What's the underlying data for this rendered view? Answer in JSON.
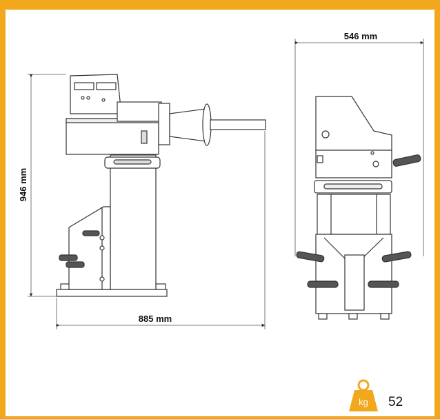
{
  "colors": {
    "accent": "#F2A81D",
    "line": "#333333"
  },
  "dimensions": {
    "height": "946 mm",
    "depth": "885 mm",
    "width": "546 mm"
  },
  "weight": {
    "icon": "weight-kg-icon",
    "unit": "kg",
    "value": "52"
  }
}
